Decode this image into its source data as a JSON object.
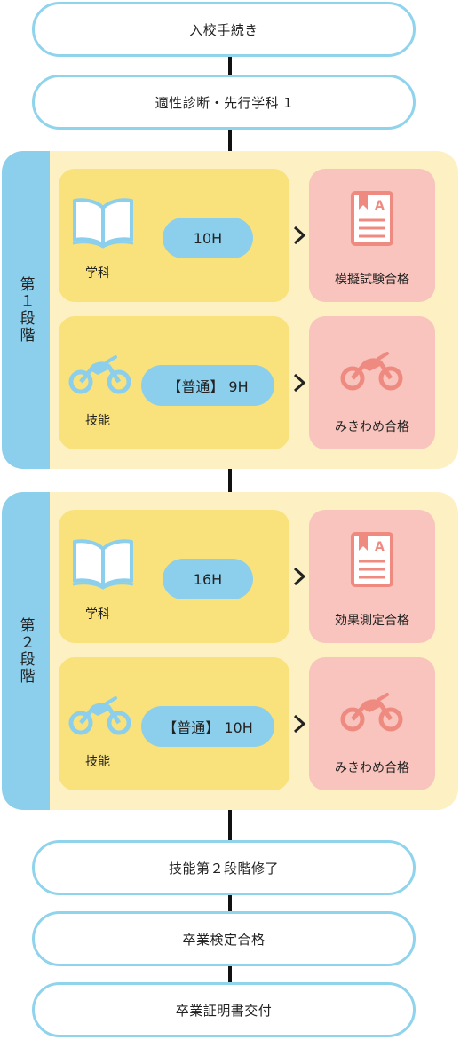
{
  "steps_top": [
    {
      "label": "入校手続き"
    },
    {
      "label": "適性診断・先行学科 1"
    }
  ],
  "stage1": {
    "label": "第１段階",
    "gakka": {
      "category": "学科",
      "hours": "10H",
      "result": "模擬試験合格"
    },
    "gino": {
      "category": "技能",
      "hours": "【普通】 9H",
      "result": "みきわめ合格"
    }
  },
  "stage2": {
    "label": "第２段階",
    "gakka": {
      "category": "学科",
      "hours": "16H",
      "result": "効果測定合格"
    },
    "gino": {
      "category": "技能",
      "hours": "【普通】 10H",
      "result": "みきわめ合格"
    }
  },
  "steps_bottom": [
    {
      "label": "技能第２段階修了"
    },
    {
      "label": "卒業検定合格"
    },
    {
      "label": "卒業証明書交付"
    }
  ],
  "colors": {
    "pill_border": "#8fd3ec",
    "stage_bg": "#fdf1c4",
    "stage_tab": "#8ccfec",
    "category_box": "#f9e27b",
    "result_box": "#f8c4bd",
    "hours_pill": "#8ccfec",
    "icon_blue": "#8ccfec",
    "icon_pink": "#ef8a80"
  },
  "icons": [
    "book-icon",
    "motorcycle-icon",
    "test-sheet-icon",
    "chevron-right-icon"
  ]
}
